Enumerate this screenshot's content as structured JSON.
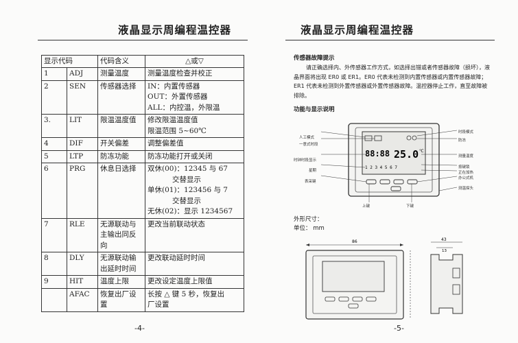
{
  "left_page": {
    "title": "液晶显示周编程温控器",
    "page_number": "-4-",
    "table": {
      "headers": [
        "显示代码",
        "代码含义",
        "△或▽"
      ],
      "rows": [
        {
          "num": "1",
          "code": "ADJ",
          "meaning": "测量温度",
          "action": "测量温度检查并校正"
        },
        {
          "num": "2",
          "code": "SEN",
          "meaning": "传感器选择",
          "action_lines": [
            "IN：内置传感器",
            "OUT：外置传感器",
            "ALL：内控温，外限温"
          ]
        },
        {
          "num": "3.",
          "code": "LIT",
          "meaning": "限温温度值",
          "action_lines": [
            "修改限温温度值",
            "限温范围 5~60℃"
          ]
        },
        {
          "num": "4",
          "code": "DIF",
          "meaning": "开关偏差",
          "action": "调整偏差值"
        },
        {
          "num": "5",
          "code": "LTP",
          "meaning": "防冻功能",
          "action": "防冻功能打开或关闭"
        },
        {
          "num": "6",
          "code": "PRG",
          "meaning": "休息日选择",
          "action_lines": [
            "双休(00)：12345 与 67",
            "交替显示",
            "单休(01)：123456 与 7",
            "交替显示",
            "无休(02)：显示 1234567"
          ]
        },
        {
          "num": "7",
          "code": "RLE",
          "meaning": "无源联动与主输出同反向",
          "action": "更改当前联动状态"
        },
        {
          "num": "8",
          "code": "DLY",
          "meaning": "无源联动输出延时时间",
          "action": "更改联动延时时间"
        },
        {
          "num": "9",
          "code": "HIT",
          "meaning": "温度上限",
          "action": "更改设定温度上限值"
        },
        {
          "num": "",
          "code": "AFAC",
          "meaning": "恢复出厂设置",
          "action_lines": [
            "长按 △ 键 5 秒，恢复出",
            "厂设置"
          ]
        }
      ]
    }
  },
  "right_page": {
    "title": "液晶显示周编程温控器",
    "page_number": "-5-",
    "fault_section": {
      "heading": "传感器故障提示",
      "paragraph": "请正确选择内、外传感器工作方式，如选择出错或者传感器故障（损坏），液晶界面将出现 ER0 或 ER1。ER0 代表未检测到内置传感器或内置传感器故障；ER1 代表未检测到外置传感器或外置传感器故障。温控器停止工作，直至故障被排除。"
    },
    "display_section": {
      "heading": "功能与显示说明",
      "lcd_big_left": "88:88",
      "lcd_big_right": "25.0",
      "lcd_unit": "℃",
      "lcd_days": "1 2 3 4 5 6 7",
      "labels_left": [
        "人工模式",
        "一意式时段",
        "时钟时段显示",
        "星期",
        "表采键"
      ],
      "labels_right": [
        "时段模式",
        "防冻",
        "测量温度",
        "按键锁",
        "正在加热",
        "办公式机",
        "测温探头"
      ],
      "labels_bottom": [
        "上键",
        "下键"
      ]
    },
    "dimensions": {
      "label_size": "外形尺寸：",
      "label_unit": "单位： mm",
      "width": "86",
      "depth": "43",
      "depth_inner": "13"
    }
  }
}
